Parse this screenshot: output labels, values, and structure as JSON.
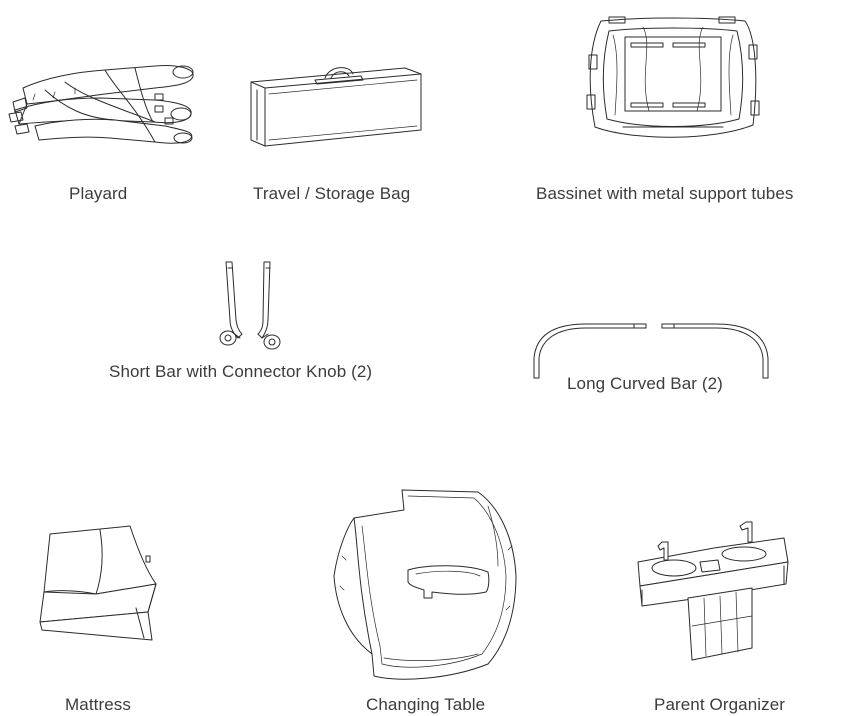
{
  "parts": [
    {
      "id": "playard",
      "label": "Playard",
      "icon": "playard-illustration"
    },
    {
      "id": "travel-bag",
      "label": "Travel / Storage Bag",
      "icon": "storage-bag-illustration"
    },
    {
      "id": "bassinet",
      "label": "Bassinet with metal support tubes",
      "icon": "bassinet-illustration"
    },
    {
      "id": "short-bar",
      "label": "Short Bar with Connector Knob (2)",
      "icon": "short-bar-illustration"
    },
    {
      "id": "long-bar",
      "label": "Long Curved Bar (2)",
      "icon": "curved-bar-illustration"
    },
    {
      "id": "mattress",
      "label": "Mattress",
      "icon": "mattress-illustration"
    },
    {
      "id": "changing-table",
      "label": "Changing Table",
      "icon": "changing-table-illustration"
    },
    {
      "id": "parent-organizer",
      "label": "Parent Organizer",
      "icon": "organizer-illustration"
    }
  ]
}
